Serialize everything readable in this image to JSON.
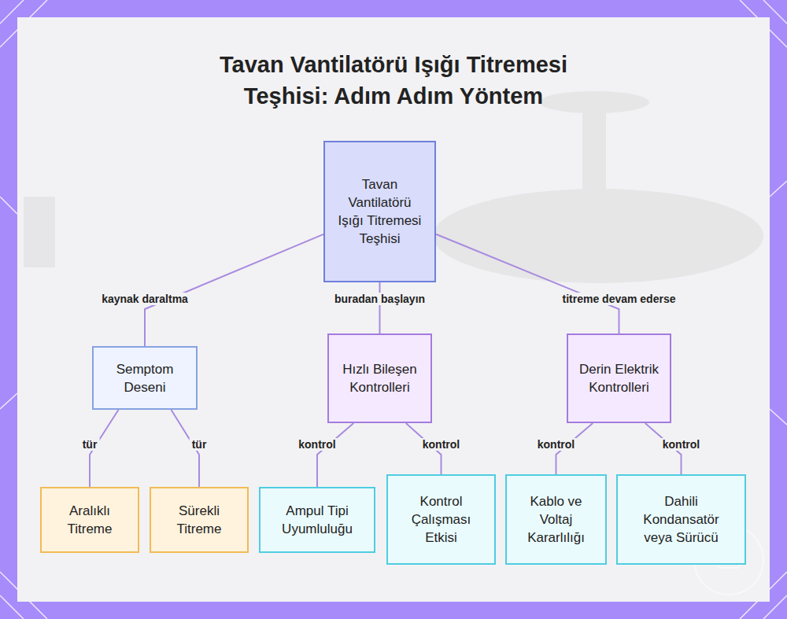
{
  "diagram": {
    "title": "Tavan Vantilatörü Işığı Titremesi Teşhisi: Adım Adım Yöntem",
    "nodes": [
      {
        "text": [
          "Tavan Vantilatörü Işığı Titremesi Teşhisi"
        ]
      },
      {
        "text": [
          "Semptom Deseni"
        ]
      },
      {
        "text": [
          "Hızlı Bileşen Kontrolleri"
        ]
      },
      {
        "text": [
          "Derin Elektrik Kontrolleri"
        ]
      },
      {
        "text": [
          "Aralıklı Titreme"
        ]
      },
      {
        "text": [
          "Sürekli Titreme"
        ]
      },
      {
        "text": [
          "Ampul Tipi Uyumluluğu"
        ]
      },
      {
        "text": [
          "Kontrol Çalışması Etkisi"
        ]
      },
      {
        "text": [
          "Kablo ve Voltaj Kararlılığı"
        ]
      },
      {
        "text": [
          "Dahili Kondansatör veya Sürücü"
        ]
      }
    ],
    "edges": [
      {
        "from": 0,
        "to": 1,
        "label": "kaynak daraltma",
        "arrow": "none"
      },
      {
        "from": 0,
        "to": 2,
        "label": "buradan başlayın",
        "arrow": "none"
      },
      {
        "from": 0,
        "to": 3,
        "label": "titreme devam ederse",
        "arrow": "none"
      },
      {
        "from": 1,
        "to": 4,
        "label": "tür",
        "arrow": "none"
      },
      {
        "from": 1,
        "to": 5,
        "label": "tür",
        "arrow": "none"
      },
      {
        "from": 2,
        "to": 6,
        "label": "kontrol",
        "arrow": "none"
      },
      {
        "from": 2,
        "to": 7,
        "label": "kontrol",
        "arrow": "none"
      },
      {
        "from": 3,
        "to": 8,
        "label": "kontrol",
        "arrow": "none"
      },
      {
        "from": 3,
        "to": 9,
        "label": "kontrol",
        "arrow": "none"
      }
    ]
  }
}
